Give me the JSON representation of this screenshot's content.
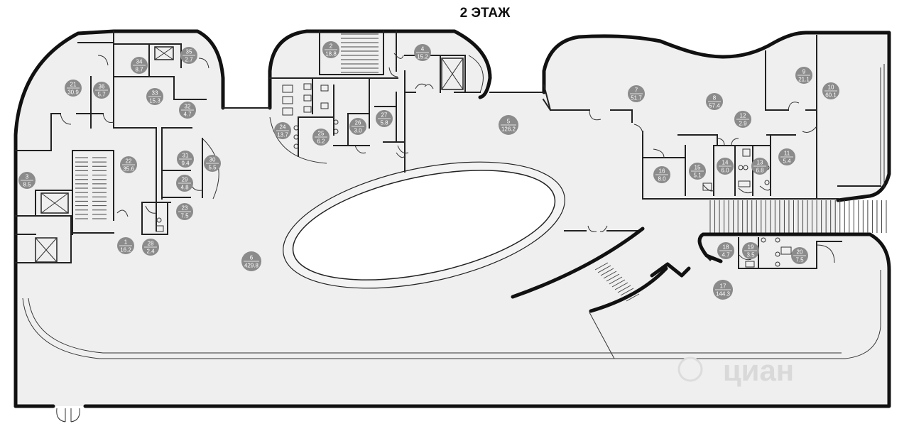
{
  "title": "2 ЭТАЖ",
  "rooms": [
    {
      "num": "1",
      "area": "16.2"
    },
    {
      "num": "2",
      "area": "18.8"
    },
    {
      "num": "3",
      "area": "8.5"
    },
    {
      "num": "4",
      "area": "15.2"
    },
    {
      "num": "5",
      "area": "126.2"
    },
    {
      "num": "6",
      "area": "429.8"
    },
    {
      "num": "7",
      "area": "51.7"
    },
    {
      "num": "8",
      "area": "57.4"
    },
    {
      "num": "9",
      "area": "21.1"
    },
    {
      "num": "10",
      "area": "60.1"
    },
    {
      "num": "11",
      "area": "5.4"
    },
    {
      "num": "12",
      "area": "2.9"
    },
    {
      "num": "13",
      "area": "6.8"
    },
    {
      "num": "14",
      "area": "6.0"
    },
    {
      "num": "15",
      "area": "5.1"
    },
    {
      "num": "16",
      "area": "8.0"
    },
    {
      "num": "17",
      "area": "144.3"
    },
    {
      "num": "18",
      "area": "4.7"
    },
    {
      "num": "19",
      "area": "3.5"
    },
    {
      "num": "20",
      "area": "7.5"
    },
    {
      "num": "21",
      "area": "30.9"
    },
    {
      "num": "22",
      "area": "35.6"
    },
    {
      "num": "23",
      "area": "7.5"
    },
    {
      "num": "24",
      "area": "13.7"
    },
    {
      "num": "25",
      "area": "6.2"
    },
    {
      "num": "26",
      "area": "3.0"
    },
    {
      "num": "27",
      "area": "5.8"
    },
    {
      "num": "28",
      "area": "2.4"
    },
    {
      "num": "29",
      "area": "4.8"
    },
    {
      "num": "30",
      "area": "5.5"
    },
    {
      "num": "31",
      "area": "9.4"
    },
    {
      "num": "32",
      "area": "4.7"
    },
    {
      "num": "33",
      "area": "15.3"
    },
    {
      "num": "34",
      "area": "8.7"
    },
    {
      "num": "35",
      "area": "2.7"
    },
    {
      "num": "36",
      "area": "5.7"
    }
  ],
  "watermark": "циан",
  "colors": {
    "badge": "#8c8b8b",
    "floor": "#efefef",
    "wall": "#111111",
    "background": "#ffffff"
  }
}
